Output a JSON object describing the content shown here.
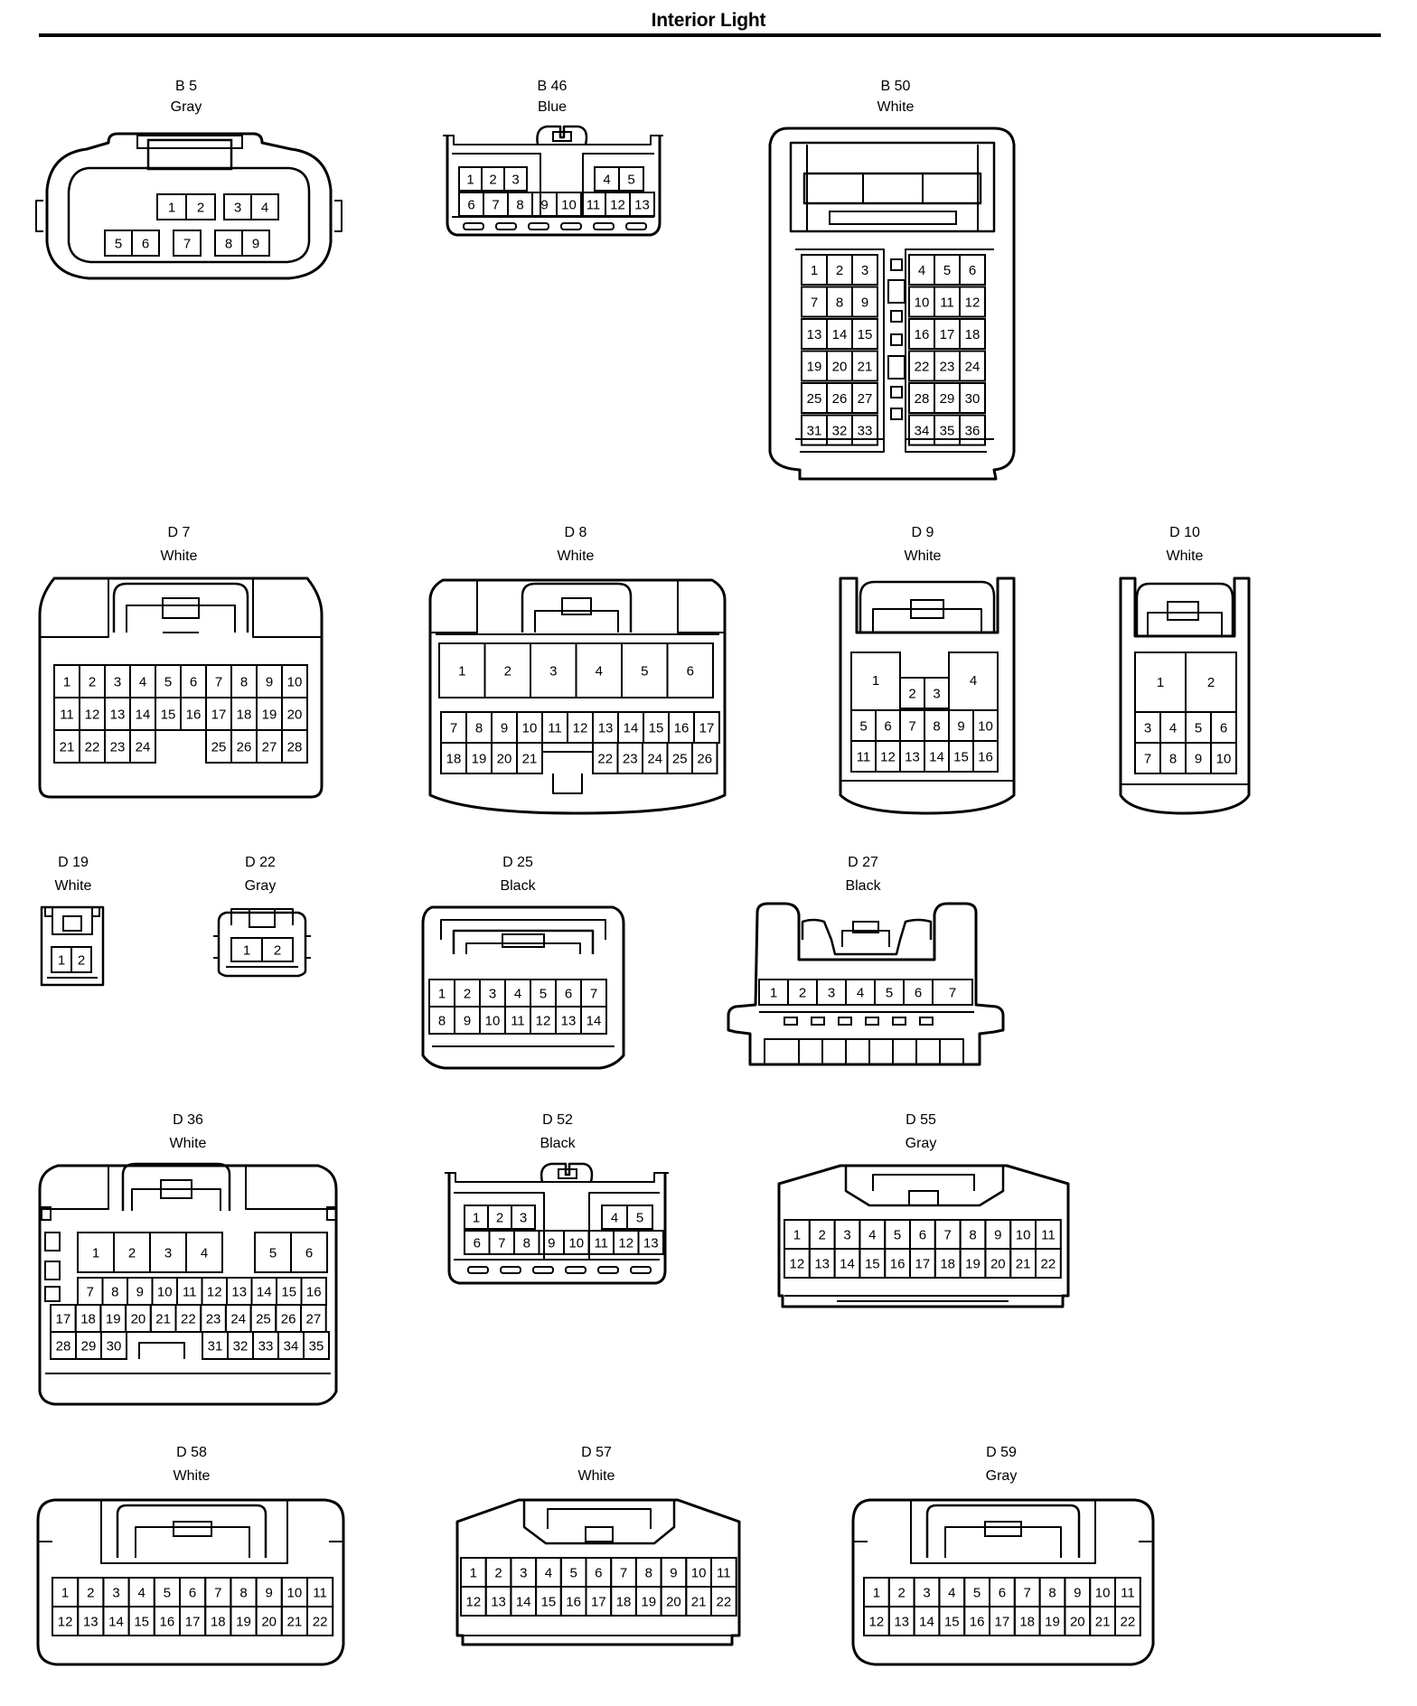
{
  "title": "Interior Light",
  "connectors": [
    {
      "id": "B 5",
      "color": "Gray"
    },
    {
      "id": "B 46",
      "color": "Blue"
    },
    {
      "id": "B 50",
      "color": "White"
    },
    {
      "id": "D 7",
      "color": "White"
    },
    {
      "id": "D 8",
      "color": "White"
    },
    {
      "id": "D 9",
      "color": "White"
    },
    {
      "id": "D 10",
      "color": "White"
    },
    {
      "id": "D 19",
      "color": "White"
    },
    {
      "id": "D 22",
      "color": "Gray"
    },
    {
      "id": "D 25",
      "color": "Black"
    },
    {
      "id": "D 27",
      "color": "Black"
    },
    {
      "id": "D 36",
      "color": "White"
    },
    {
      "id": "D 52",
      "color": "Black"
    },
    {
      "id": "D 55",
      "color": "Gray"
    },
    {
      "id": "D 58",
      "color": "White"
    },
    {
      "id": "D 57",
      "color": "White"
    },
    {
      "id": "D 59",
      "color": "Gray"
    }
  ]
}
